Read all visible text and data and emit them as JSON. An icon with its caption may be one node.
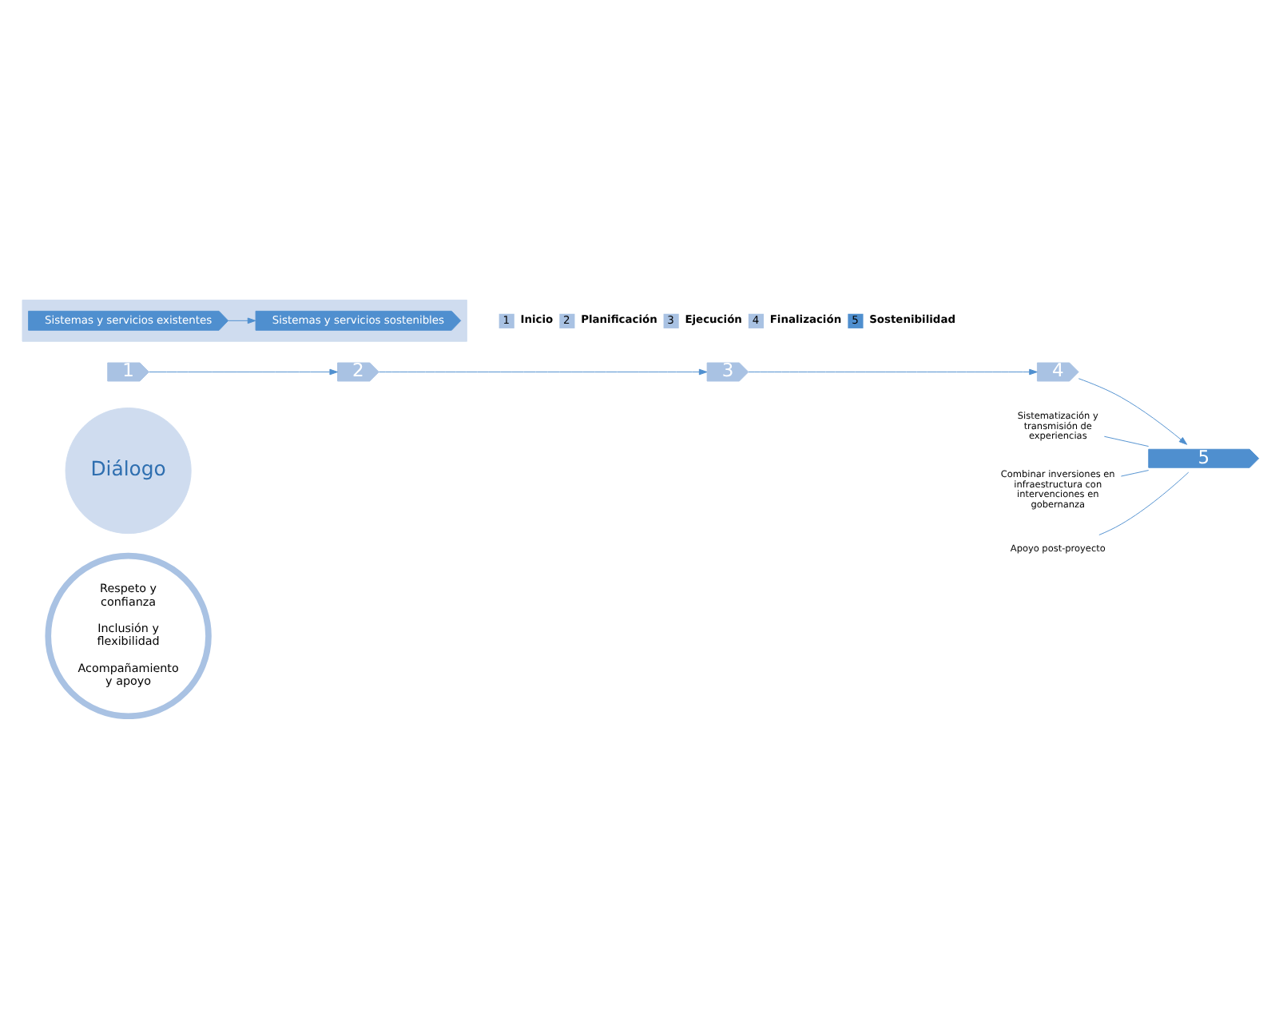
{
  "diagram": {
    "nodes": [
      {
        "text": [
          "Diálogo"
        ]
      },
      {
        "text": [
          "Respeto y confianza",
          "Inclusión y flexibilidad",
          "Acompañamiento y apoyo"
        ]
      },
      {
        "text": [
          "1"
        ]
      },
      {
        "text": [
          "2"
        ]
      },
      {
        "text": [
          "3"
        ]
      },
      {
        "text": [
          "4"
        ]
      },
      {
        "text": [
          "5"
        ]
      },
      {
        "text": [
          "Sistematización y transmisión de experiencias"
        ]
      },
      {
        "text": [
          "Combinar inversiones en infraestructura con intervenciones en gobernanza"
        ]
      },
      {
        "text": [
          "Apoyo post-proyecto"
        ]
      },
      {
        "text": [],
        "shape": "box"
      },
      {
        "text": [
          "Sistemas y servicios existentes"
        ],
        "in": 10
      },
      {
        "text": [
          "Sistemas y servicios sostenibles"
        ],
        "in": 10
      }
    ],
    "edges": [
      {
        "from": 2,
        "to": 3,
        "arrow": "to"
      },
      {
        "from": 3,
        "to": 4,
        "arrow": "to"
      },
      {
        "from": 4,
        "to": 5,
        "arrow": "to"
      },
      {
        "from": 5,
        "to": 6,
        "arrow": "to"
      },
      {
        "from": 7,
        "to": 6,
        "arrow": "none"
      },
      {
        "from": 8,
        "to": 6,
        "arrow": "none"
      },
      {
        "from": 9,
        "to": 6,
        "arrow": "none"
      },
      {
        "from": 11,
        "to": 12,
        "arrow": "to"
      }
    ],
    "labels": [
      "1",
      "2",
      "3",
      "4",
      "5"
    ],
    "legend": [
      {
        "text": "Inicio",
        "color": "#a9c2e3"
      },
      {
        "text": "Planificación",
        "color": "#a9c2e3"
      },
      {
        "text": "Ejecución",
        "color": "#a9c2e3"
      },
      {
        "text": "Finalización",
        "color": "#a9c2e3"
      },
      {
        "text": "Sostenibilidad",
        "color": "#4f8fcf"
      }
    ]
  }
}
